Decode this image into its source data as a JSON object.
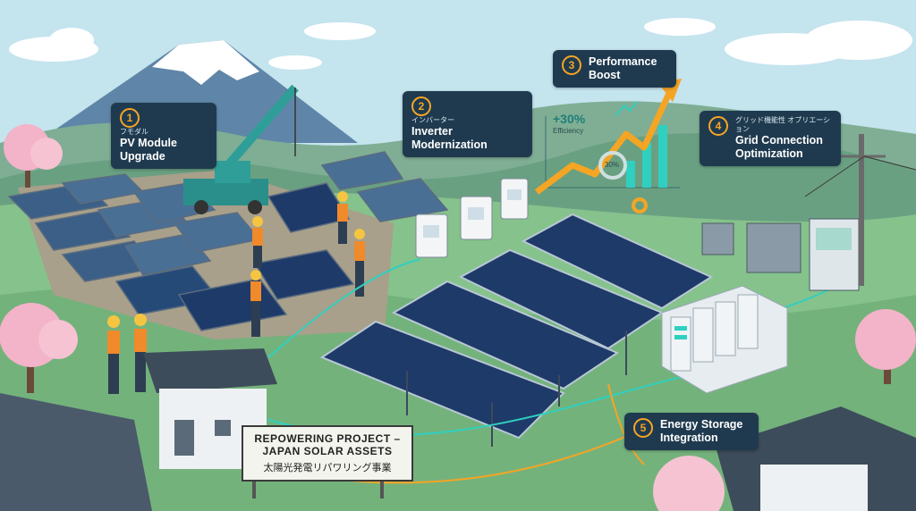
{
  "callouts": {
    "c1": {
      "number": "1",
      "jp": "フモダル",
      "title": "PV Module Upgrade"
    },
    "c2": {
      "number": "2",
      "jp": "インバーター",
      "title": "Inverter Modernization"
    },
    "c3": {
      "number": "3",
      "title": "Performance Boost"
    },
    "c4": {
      "number": "4",
      "jp": "グリッド機能性 オプリエーション",
      "title": "Grid Connection Optimization"
    },
    "c5": {
      "number": "5",
      "title": "Energy Storage Integration"
    }
  },
  "efficiency": {
    "value": "+30%",
    "label": "Efficiency",
    "gauge": "30%",
    "gauge_fraction": 0.3
  },
  "sign": {
    "line1": "REPOWERING PROJECT –",
    "line2": "JAPAN SOLAR ASSETS",
    "line3": "太陽光発電リパワリング事業"
  },
  "colors": {
    "accent": "#f5a524",
    "callout_bg": "#1f3a4f",
    "panel": "#1e3a68",
    "flow_teal": "#2fd0c0"
  }
}
